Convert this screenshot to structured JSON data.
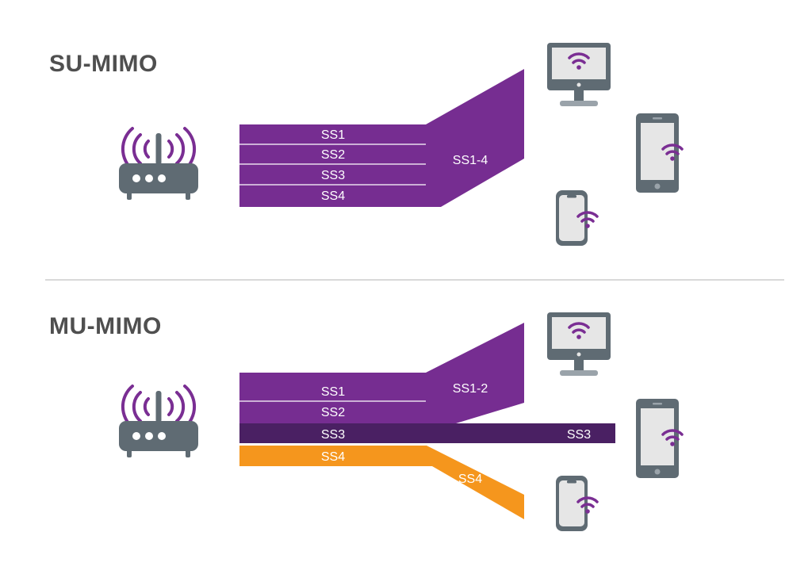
{
  "su_mimo": {
    "title": "SU-MIMO",
    "streams": [
      "SS1",
      "SS2",
      "SS3",
      "SS4"
    ],
    "combined_label": "SS1-4"
  },
  "mu_mimo": {
    "title": "MU-MIMO",
    "streams": [
      "SS1",
      "SS2",
      "SS3",
      "SS4"
    ],
    "group_label_1": "SS1-2",
    "group_label_3": "SS3",
    "group_label_4": "SS4"
  },
  "colors": {
    "purple": "#762d91",
    "dark_purple": "#4a2063",
    "orange": "#f5961d",
    "device_gray": "#5f6b73",
    "screen": "#e6e6e6",
    "wifi": "#7a2e93"
  },
  "icons": [
    "router-icon",
    "monitor-icon",
    "tablet-icon",
    "phone-icon",
    "wifi-icon"
  ]
}
